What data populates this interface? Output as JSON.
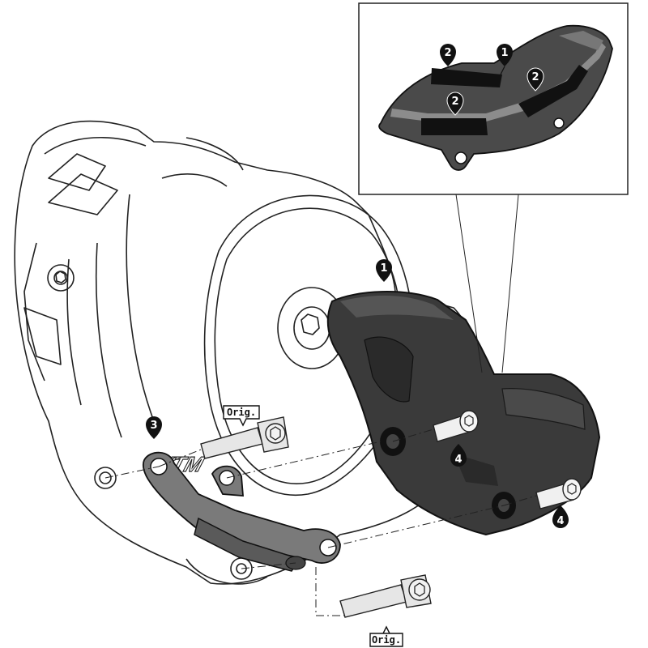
{
  "callouts": {
    "guard": "1",
    "pad": "2",
    "bracket": "3",
    "screw": "4"
  },
  "labels": {
    "orig": "Orig."
  },
  "logo": "KTM",
  "colors": {
    "guard": "#3a3a3a",
    "guard_light": "#6a6a6a",
    "pad_light": "#8c8c8c",
    "pad_dark": "#111111",
    "bracket": "#7a7a7a",
    "line": "#222222",
    "callout": "#111111"
  }
}
